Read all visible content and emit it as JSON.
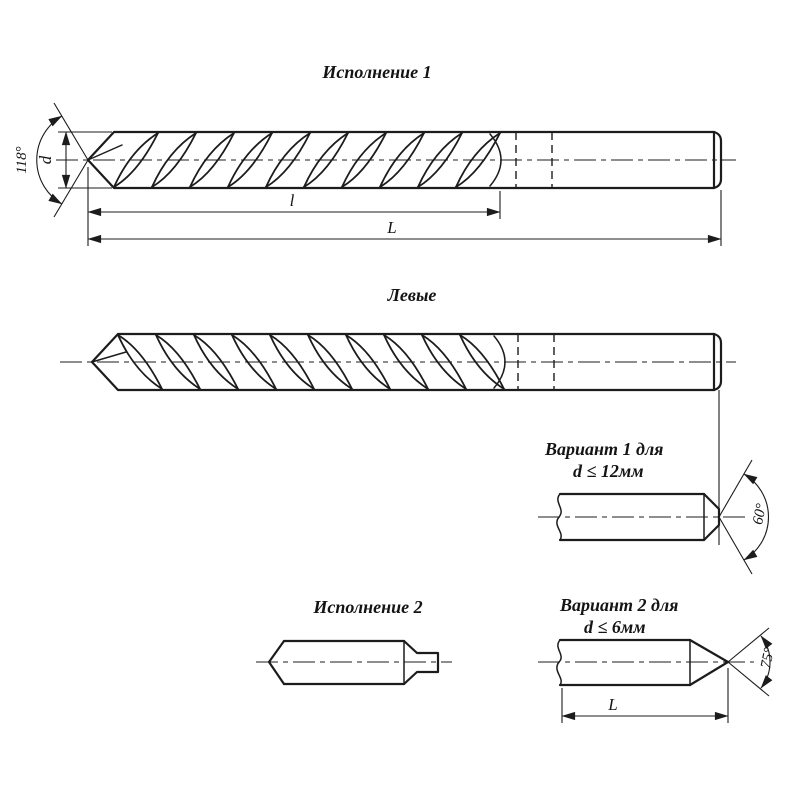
{
  "page": {
    "background": "#ffffff",
    "line_color": "#1c1c1c"
  },
  "views": {
    "execution1": {
      "title": "Исполнение 1",
      "dims": {
        "point_angle": "118°",
        "diameter": "d",
        "flute_length": "l",
        "overall_length": "L"
      }
    },
    "left_hand": {
      "title": "Левые"
    },
    "variant1": {
      "title_line1": "Вариант 1 для",
      "title_line2": "d ≤ 12мм",
      "angle": "60°"
    },
    "execution2": {
      "title": "Исполнение 2"
    },
    "variant2": {
      "title_line1": "Вариант 2 для",
      "title_line2": "d ≤ 6мм",
      "angle": "75°",
      "length": "L"
    }
  }
}
